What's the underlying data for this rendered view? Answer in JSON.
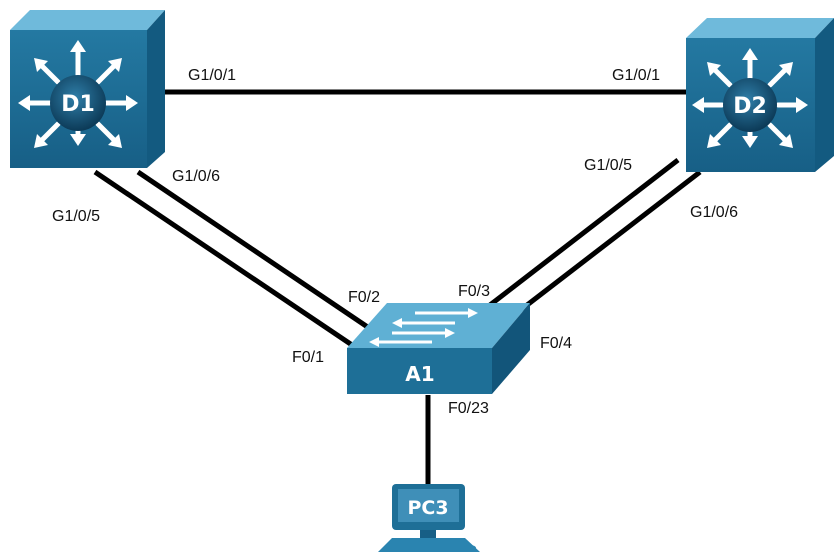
{
  "colors": {
    "device_front": "#1e6f97",
    "device_top": "#5fb0d4",
    "device_side": "#12557a",
    "link": "#000000",
    "label_text": "#111111"
  },
  "devices": {
    "d1": {
      "label": "D1",
      "type": "multilayer-switch"
    },
    "d2": {
      "label": "D2",
      "type": "multilayer-switch"
    },
    "a1": {
      "label": "A1",
      "type": "access-switch"
    },
    "pc3": {
      "label": "PC3",
      "type": "pc"
    }
  },
  "ports": {
    "d1_g101": "G1/0/1",
    "d2_g101": "G1/0/1",
    "d1_g106": "G1/0/6",
    "d1_g105": "G1/0/5",
    "d2_g105": "G1/0/5",
    "d2_g106": "G1/0/6",
    "a1_f02": "F0/2",
    "a1_f01": "F0/1",
    "a1_f03": "F0/3",
    "a1_f04": "F0/4",
    "a1_f023": "F0/23"
  }
}
